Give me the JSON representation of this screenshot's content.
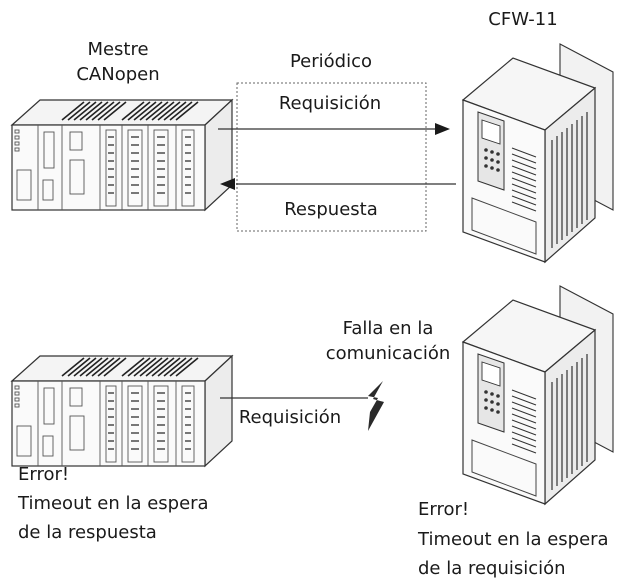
{
  "top_scenario": {
    "master_label_line1": "Mestre",
    "master_label_line2": "CANopen",
    "periodic_label": "Periódico",
    "request_label": "Requisición",
    "response_label": "Respuesta",
    "drive_label": "CFW-11"
  },
  "bottom_scenario": {
    "comm_failure_line1": "Falla en la",
    "comm_failure_line2": "comunicación",
    "request_label": "Requisición",
    "master_error_line1": "Error!",
    "master_error_line2": "Timeout en la espera",
    "master_error_line3": "de la respuesta",
    "drive_error_line1": "Error!",
    "drive_error_line2": "Timeout en la espera",
    "drive_error_line3": "de la requisición"
  }
}
